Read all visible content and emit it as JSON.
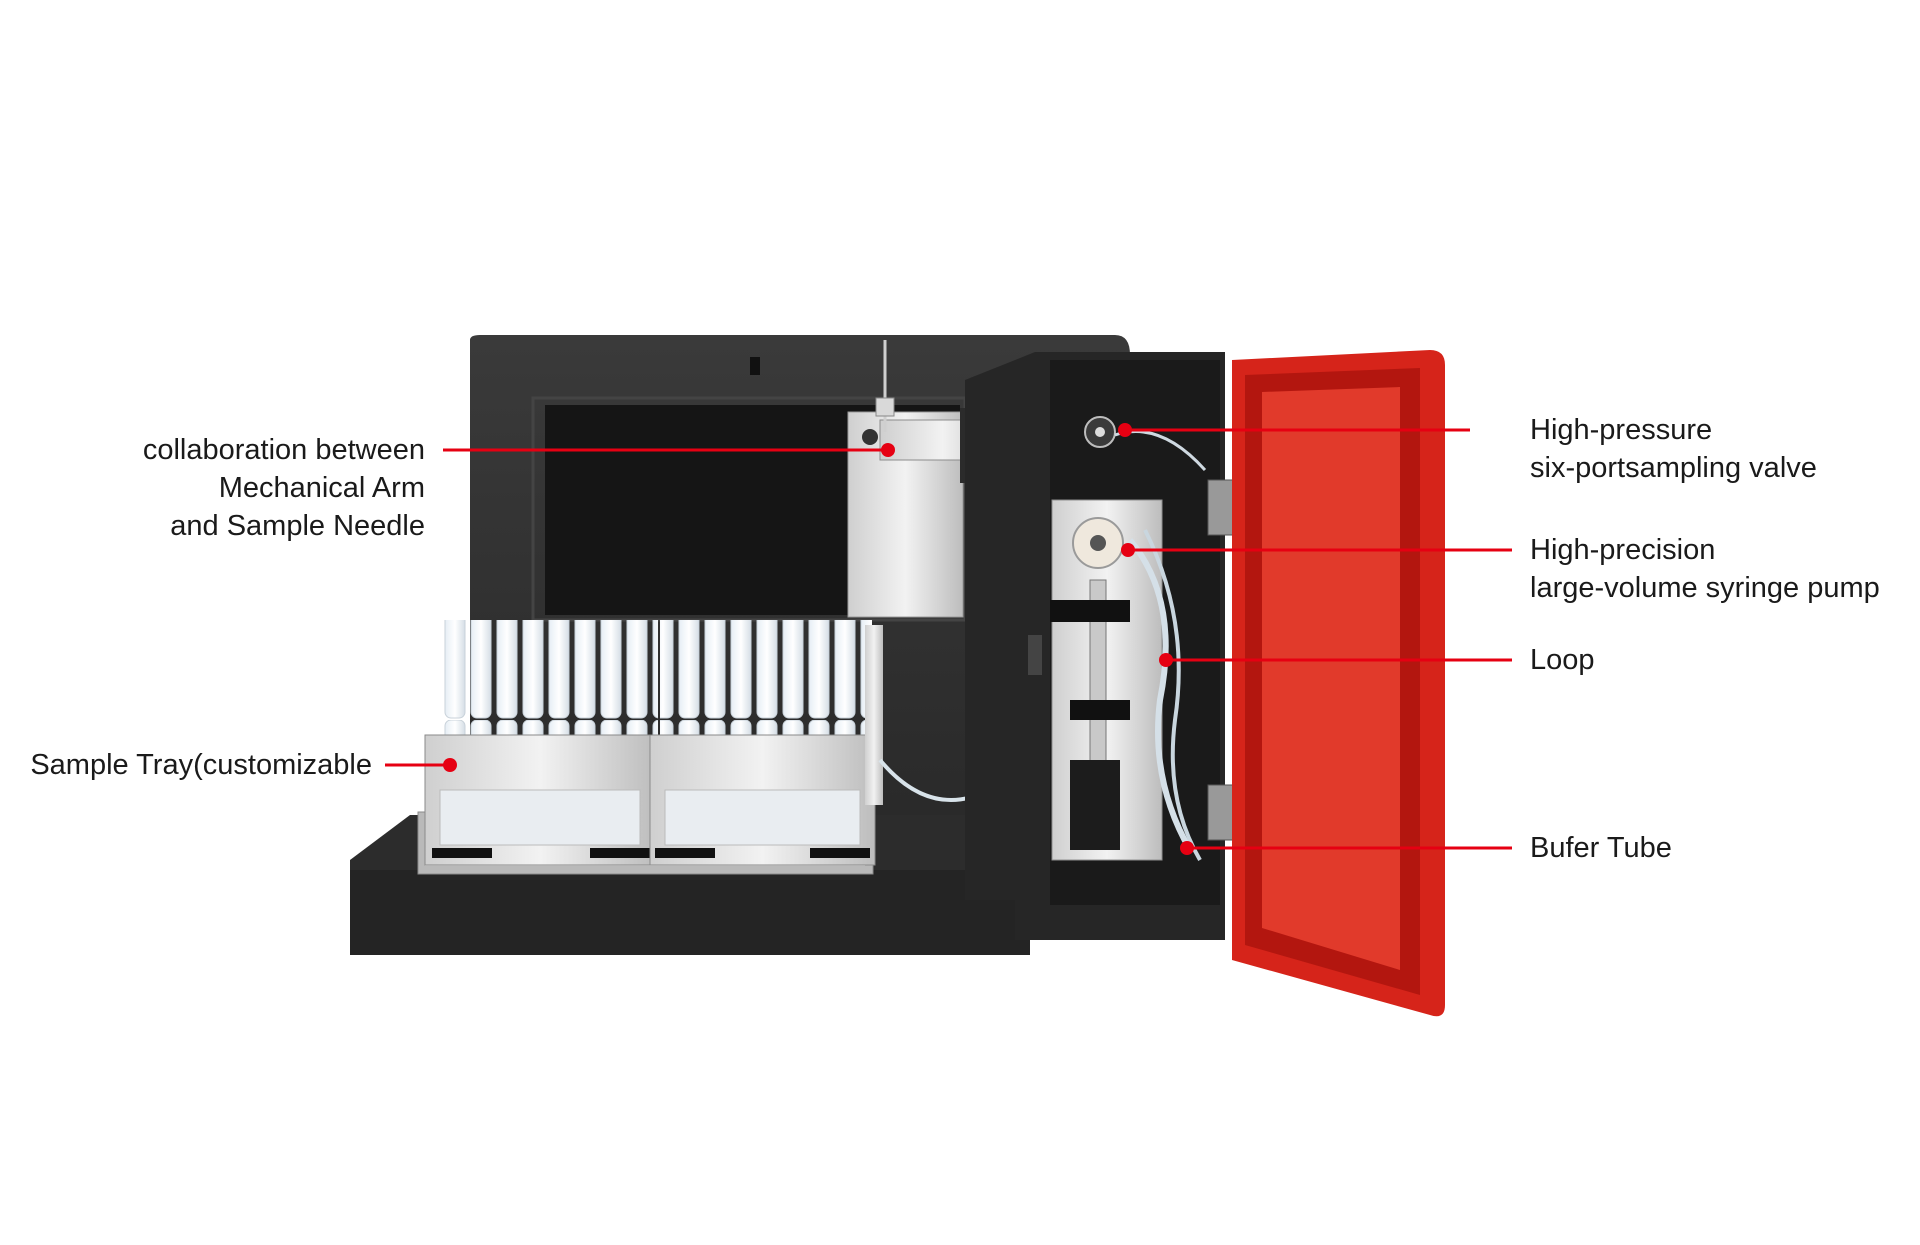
{
  "accent_color": "#e60012",
  "callouts": {
    "arm_needle": {
      "lines": [
        "collaboration between",
        "Mechanical Arm",
        "and Sample Needle"
      ]
    },
    "sample_tray": {
      "lines": [
        "Sample Tray(customizable"
      ]
    },
    "valve": {
      "lines": [
        "High-pressure",
        "six-portsampling valve"
      ]
    },
    "syringe_pump": {
      "lines": [
        "High-precision",
        "large-volume syringe pump"
      ]
    },
    "loop": {
      "lines": [
        "Loop"
      ]
    },
    "buffer_tube": {
      "lines": [
        "Bufer Tube"
      ]
    }
  }
}
